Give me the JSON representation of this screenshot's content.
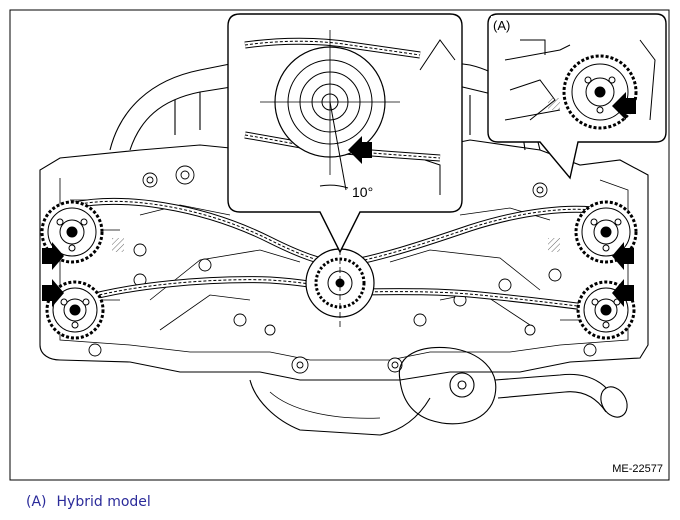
{
  "diagram": {
    "figure_id": "ME-22577",
    "inset_label": "(A)",
    "angle_label": "10°"
  },
  "caption": {
    "key": "(A)",
    "text": "Hybrid model"
  },
  "colors": {
    "line": "#000000",
    "background": "#ffffff",
    "caption": "#2b2b9a"
  },
  "icons": [
    "arrow-icon"
  ]
}
